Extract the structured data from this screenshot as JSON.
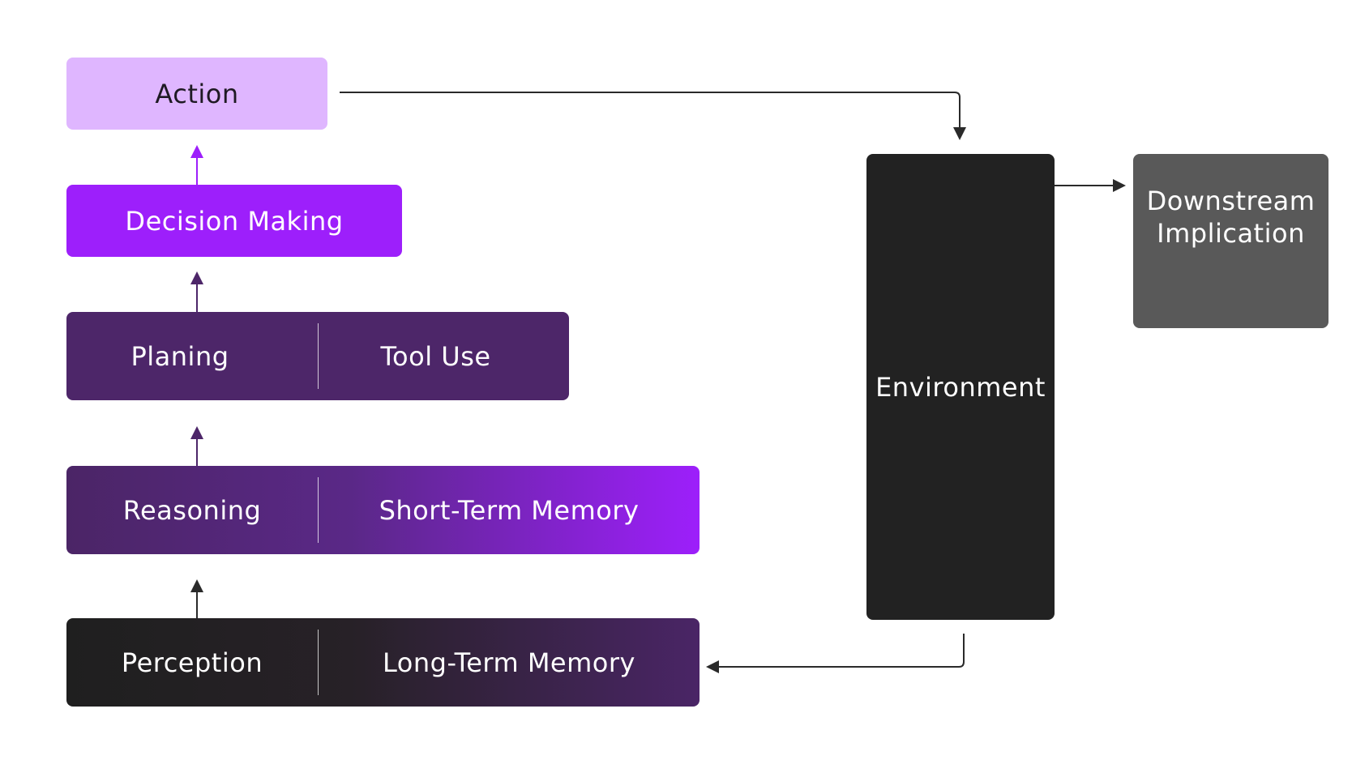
{
  "diagram": {
    "action": "Action",
    "decision_making": "Decision Making",
    "planning": "Planing",
    "tool_use": "Tool Use",
    "reasoning": "Reasoning",
    "short_term_memory": "Short-Term Memory",
    "perception": "Perception",
    "long_term_memory": "Long-Term Memory",
    "environment": "Environment",
    "downstream": "Downstream\nImplication"
  },
  "colors": {
    "action": "#dfb6ff",
    "decision_making": "#9d1ffb",
    "planning": "#4d2669",
    "environment": "#222222",
    "downstream": "#595959",
    "arrow_dark": "#2a2a2a",
    "arrow_purple": "#9d1ffb"
  }
}
